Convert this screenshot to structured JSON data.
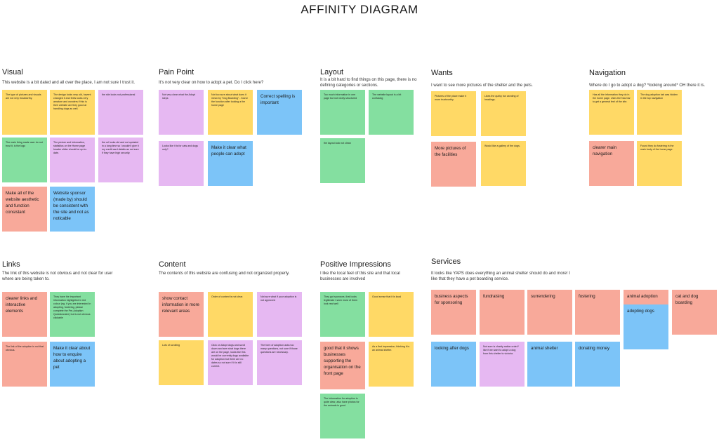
{
  "title": "AFFINITY DIAGRAM",
  "colors": {
    "yellow": "#ffd966",
    "purple": "#e6b8f2",
    "blue": "#7cc4f8",
    "green": "#84dfa0",
    "red": "#f8a99a"
  },
  "sections": {
    "visual": {
      "heading": "Visual",
      "description": "This website is a bit dated and all over the place, I am not sure I trust it.",
      "notes": [
        "The type of pictures and visuals are not very trustworthy.",
        "The design looks very old, havent changed it and feels looks very amature and wonders if this is their website are they good at handling dogs as well.",
        "the site looks not professional",
        "The main thing made user do not trust it, is the logo",
        "The picture and information, statisitics on the Home page header slider should be up-to-date.",
        "the url looks old and not updated in a long time so I wouldn't give it my credit card details as not sure if they have high security.",
        "Make all of the website aesthetic and function consistant",
        "Website sponsor (made by) should be consistent with the site and not as noticable"
      ]
    },
    "pain_point": {
      "heading": "Pain Point",
      "description": "It's not very clear on how to adopt a pet. Do I click here?",
      "notes": [
        "Not very clear what the Adopt steps",
        "Not too sure about what does it mean by \"Dog Boarding\" - found the function after looking a the home page",
        "Correct spelling is important",
        "Looks like it is for cats and dogs only?",
        "Make it clear what people can adopt"
      ]
    },
    "layout": {
      "heading": "Layout",
      "description": "It is a bit hard to find things on this page, there is no defining categories or sections.",
      "notes": [
        "Too much information in one page but not nicely structured",
        "The website layout is a bit confusing",
        "the layout look not clean"
      ]
    },
    "wants": {
      "heading": "Wants",
      "description": "I want to see more pictures of the shelter and the pets.",
      "notes": [
        "Pictures of the place make it more trustworthy.",
        "Likes the quirky fun wording of headings.",
        "More pictures of the facilities",
        "Would like a gallery of the dogs."
      ]
    },
    "navigation": {
      "heading": "Navigation",
      "description": "Where do I go to adopt a dog? *looking around* OH there it is.",
      "notes": [
        "Has all the information they do in the home page. Uses the Nav bar to get a general feel of the site.",
        "The dog adoption tab was hidden in the top navigation",
        "clearer main navigation",
        "Found they do fostering in the main body of the home page."
      ]
    },
    "links": {
      "heading": "Links",
      "description": "The link of this website is not obvious and not clear for user where are being taken to.",
      "notes": [
        "clearer links and interactive elements",
        "They have the important information highlighted in red colour (eg. if you are interested in adopting, fostering, please complete the Pre-Adoption Questionnaire) but is not obvious clickable",
        "The link of the adoption is not that obvious.",
        "Make it clear about how to enquire about adopting a pet"
      ]
    },
    "content": {
      "heading": "Content",
      "description": "The contents of this website are confusing and not organized properly.",
      "notes": [
        "show contact information in more relevant areas",
        "Order of content is not clear.",
        "Not sure what if your adoption is not approved",
        "Lots of scrolling",
        "Click on Adopt dogs and scroll down and see what dogs there are on the page, looks like this would be currently dogs available for adoption but there are no dates so not sure if it is still current.",
        "The form of adoption asks too many questions, not sure if those questions are necessary."
      ]
    },
    "positive": {
      "heading": "Positive Impressions",
      "description": "I like the local feel of this site and that local businesses are involved",
      "notes": [
        "They got sponsors, that looks legitimate I seen most of them look real well",
        "Good sense that it is local",
        "good that it shows businesses supporting the organisation on the front page",
        "As a first impression, thinking it is an animal shelter.",
        "The information for adoption is quite clear, also have photos for the animals is good"
      ]
    },
    "services": {
      "heading": "Services",
      "description": "It looks like YAPS does everything an animal shelter should do and more! I like that they have a pet boarding service.",
      "notes": [
        "business aspects for sponsoring",
        "fundraising",
        "surrendering",
        "fostering",
        "animal adoption",
        "cat and dog boarding",
        "adopting dogs",
        "looking after dogs",
        "Not sure is charity nation order? like if we want to adopt a dog from this shelter to victoria.",
        "animal shelter",
        "donating money"
      ]
    }
  }
}
